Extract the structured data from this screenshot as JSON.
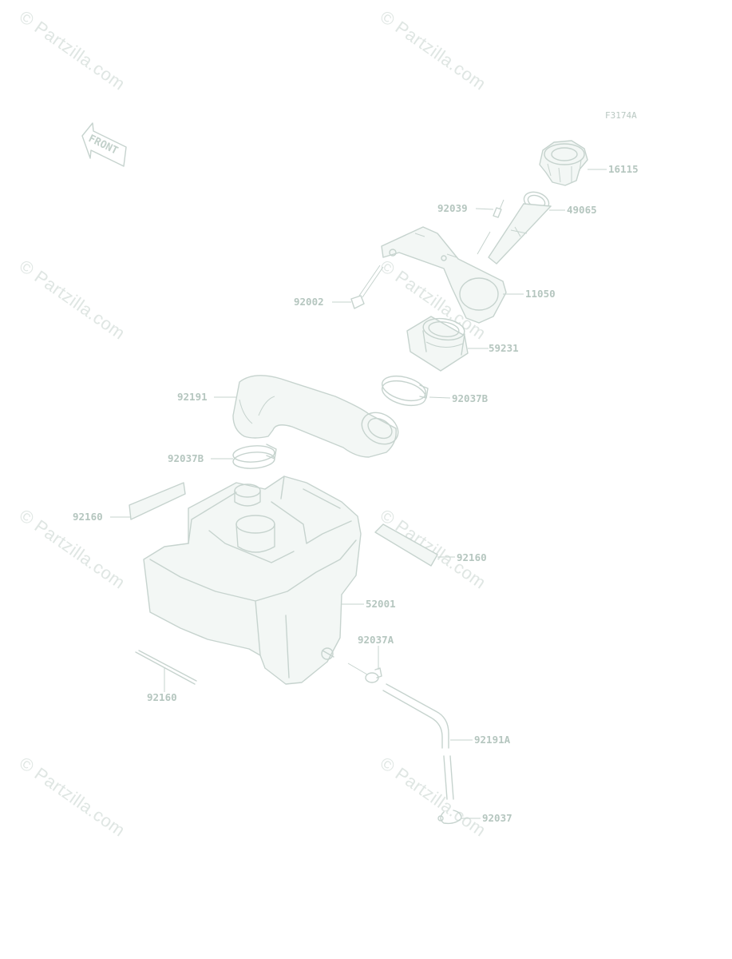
{
  "diagram": {
    "reference_code": "F3174A",
    "front_label": "FRONT",
    "watermark_text": "© Partzilla.com",
    "parts": [
      {
        "id": "16115"
      },
      {
        "id": "49065"
      },
      {
        "id": "92039"
      },
      {
        "id": "92002"
      },
      {
        "id": "11050"
      },
      {
        "id": "59231"
      },
      {
        "id": "92037B"
      },
      {
        "id": "92191"
      },
      {
        "id": "92037B"
      },
      {
        "id": "92160"
      },
      {
        "id": "92160"
      },
      {
        "id": "52001"
      },
      {
        "id": "92037A"
      },
      {
        "id": "92160"
      },
      {
        "id": "92191A"
      },
      {
        "id": "92037"
      }
    ]
  },
  "colors": {
    "line": "#c6d3ce",
    "label": "#b5c6bf",
    "watermark": "#dfe6e3",
    "background": "#ffffff"
  }
}
